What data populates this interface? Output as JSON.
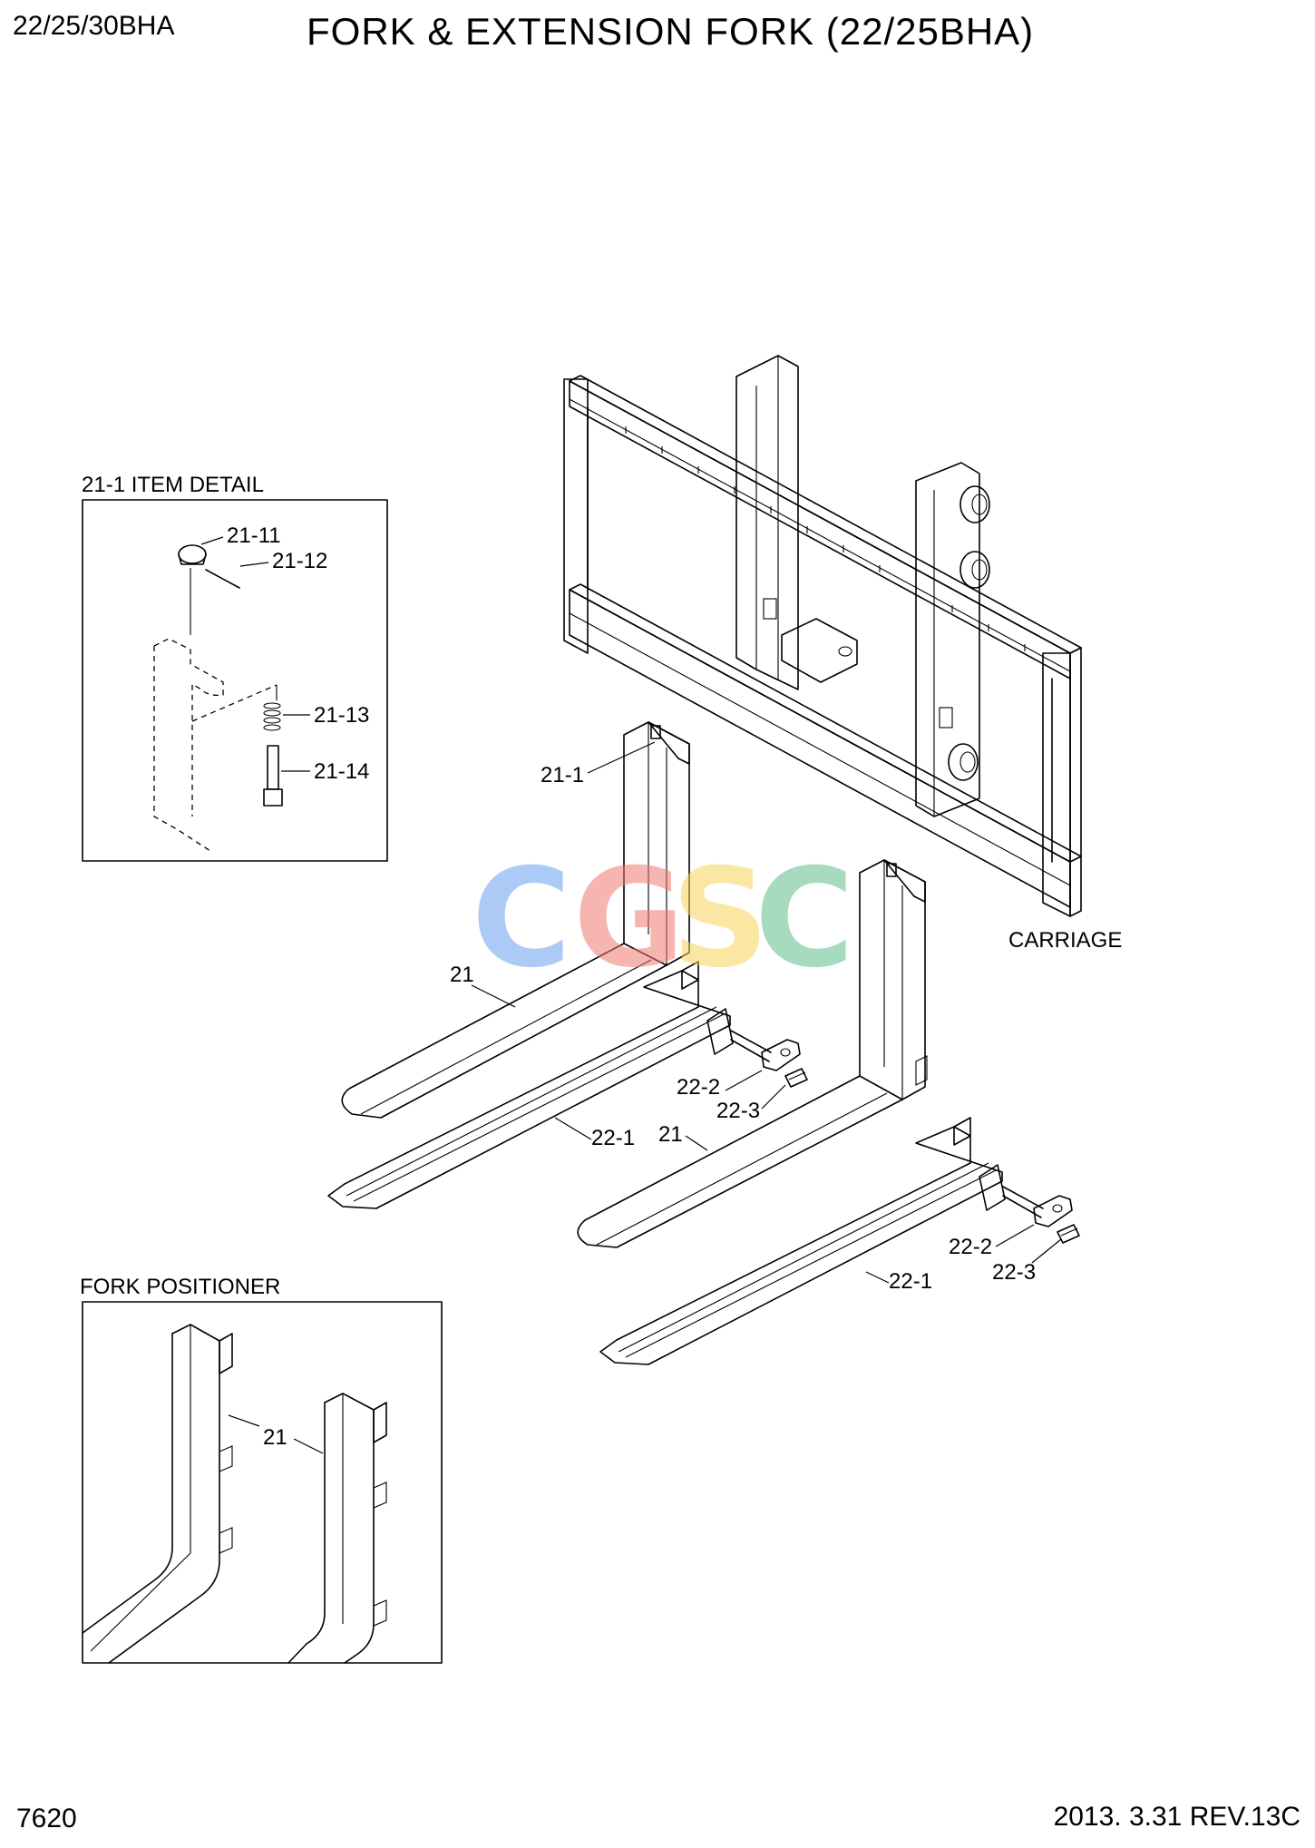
{
  "header": {
    "model": "22/25/30BHA",
    "title": "FORK & EXTENSION FORK (22/25BHA)"
  },
  "footer": {
    "page_number": "7620",
    "revision": "2013. 3.31  REV.13C"
  },
  "detail_box": {
    "title": "21-1 ITEM DETAIL",
    "callouts": [
      "21-11",
      "21-12",
      "21-13",
      "21-14"
    ]
  },
  "positioner_box": {
    "title": "FORK POSITIONER",
    "callouts": [
      "21"
    ]
  },
  "main": {
    "carriage_label": "CARRIAGE",
    "callouts": {
      "fork_pin": "21-1",
      "fork_left": "21",
      "fork_right": "21",
      "ext_left": "22-1",
      "ext_right": "22-1",
      "plate_left": "22-2",
      "bolt_left": "22-3",
      "plate_right": "22-2",
      "bolt_right": "22-3"
    }
  },
  "watermark": {
    "letters": [
      "C",
      "G",
      "S",
      "C"
    ],
    "colors": [
      "#6aa0f0",
      "#f07a73",
      "#f7d45a",
      "#5fbf8c"
    ]
  }
}
